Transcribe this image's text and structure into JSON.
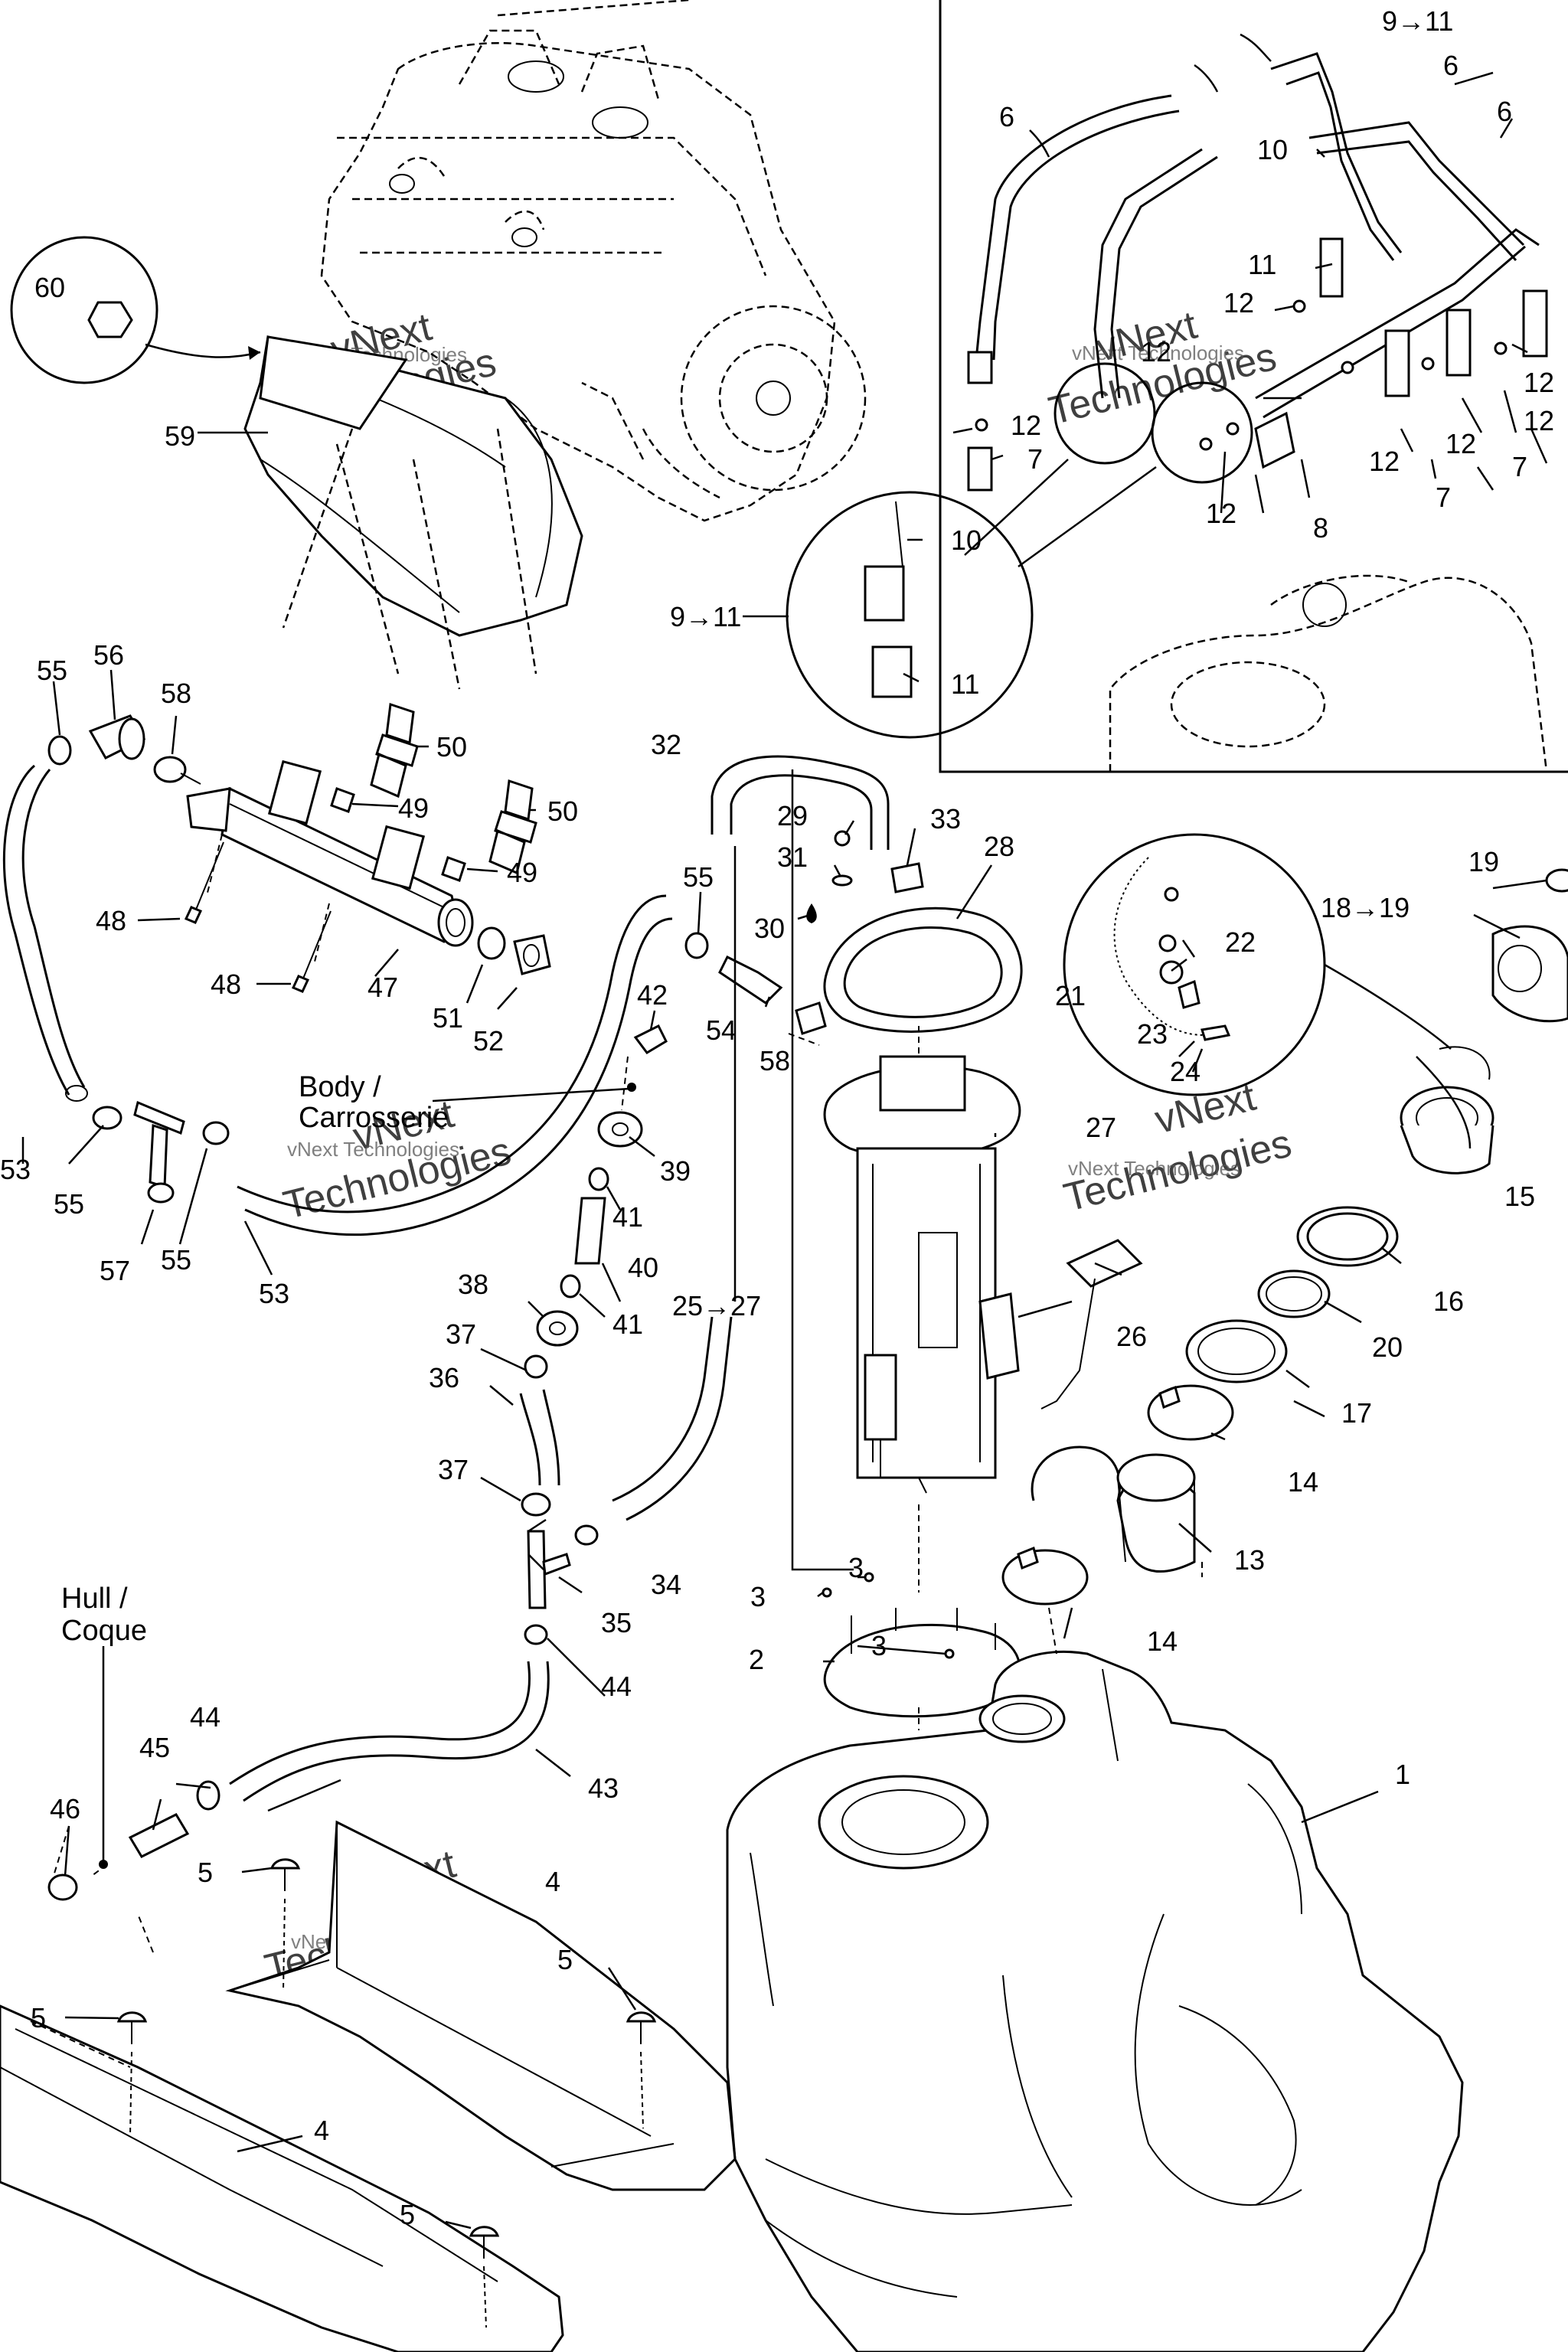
{
  "watermark": {
    "company": "vNext Technologies",
    "big_line1": "vNext",
    "big_line2": "Technologies"
  },
  "notes": {
    "body_en": "Body /",
    "body_fr": "Carrosserie",
    "hull_en": "Hull /",
    "hull_fr": "Coque"
  },
  "callouts": [
    {
      "id": "1",
      "text": "1"
    },
    {
      "id": "2",
      "text": "2"
    },
    {
      "id": "3a",
      "text": "3"
    },
    {
      "id": "3b",
      "text": "3"
    },
    {
      "id": "3c",
      "text": "3"
    },
    {
      "id": "4a",
      "text": "4"
    },
    {
      "id": "4b",
      "text": "4"
    },
    {
      "id": "5a",
      "text": "5"
    },
    {
      "id": "5b",
      "text": "5"
    },
    {
      "id": "5c",
      "text": "5"
    },
    {
      "id": "5d",
      "text": "5"
    },
    {
      "id": "6a",
      "text": "6"
    },
    {
      "id": "6b",
      "text": "6"
    },
    {
      "id": "6c",
      "text": "6"
    },
    {
      "id": "7a",
      "text": "7"
    },
    {
      "id": "7b",
      "text": "7"
    },
    {
      "id": "7c",
      "text": "7"
    },
    {
      "id": "8",
      "text": "8"
    },
    {
      "id": "9to11a",
      "text": "9→11"
    },
    {
      "id": "9to11b",
      "text": "9→11"
    },
    {
      "id": "10a",
      "text": "10"
    },
    {
      "id": "10b",
      "text": "10"
    },
    {
      "id": "11a",
      "text": "11"
    },
    {
      "id": "11b",
      "text": "11"
    },
    {
      "id": "12a",
      "text": "12"
    },
    {
      "id": "12b",
      "text": "12"
    },
    {
      "id": "12c",
      "text": "12"
    },
    {
      "id": "12d",
      "text": "12"
    },
    {
      "id": "12e",
      "text": "12"
    },
    {
      "id": "12f",
      "text": "12"
    },
    {
      "id": "12g",
      "text": "12"
    },
    {
      "id": "12h",
      "text": "12"
    },
    {
      "id": "13",
      "text": "13"
    },
    {
      "id": "14a",
      "text": "14"
    },
    {
      "id": "14b",
      "text": "14"
    },
    {
      "id": "15",
      "text": "15"
    },
    {
      "id": "16",
      "text": "16"
    },
    {
      "id": "17",
      "text": "17"
    },
    {
      "id": "18to19",
      "text": "18→19"
    },
    {
      "id": "19",
      "text": "19"
    },
    {
      "id": "20",
      "text": "20"
    },
    {
      "id": "21",
      "text": "21"
    },
    {
      "id": "22",
      "text": "22"
    },
    {
      "id": "23",
      "text": "23"
    },
    {
      "id": "24",
      "text": "24"
    },
    {
      "id": "25to27",
      "text": "25→27"
    },
    {
      "id": "26",
      "text": "26"
    },
    {
      "id": "27",
      "text": "27"
    },
    {
      "id": "28",
      "text": "28"
    },
    {
      "id": "29",
      "text": "29"
    },
    {
      "id": "30",
      "text": "30"
    },
    {
      "id": "31",
      "text": "31"
    },
    {
      "id": "32",
      "text": "32"
    },
    {
      "id": "33",
      "text": "33"
    },
    {
      "id": "34",
      "text": "34"
    },
    {
      "id": "35",
      "text": "35"
    },
    {
      "id": "36",
      "text": "36"
    },
    {
      "id": "37a",
      "text": "37"
    },
    {
      "id": "37b",
      "text": "37"
    },
    {
      "id": "38",
      "text": "38"
    },
    {
      "id": "39",
      "text": "39"
    },
    {
      "id": "40",
      "text": "40"
    },
    {
      "id": "41a",
      "text": "41"
    },
    {
      "id": "41b",
      "text": "41"
    },
    {
      "id": "42",
      "text": "42"
    },
    {
      "id": "43",
      "text": "43"
    },
    {
      "id": "44a",
      "text": "44"
    },
    {
      "id": "44b",
      "text": "44"
    },
    {
      "id": "45",
      "text": "45"
    },
    {
      "id": "46",
      "text": "46"
    },
    {
      "id": "47",
      "text": "47"
    },
    {
      "id": "48a",
      "text": "48"
    },
    {
      "id": "48b",
      "text": "48"
    },
    {
      "id": "49a",
      "text": "49"
    },
    {
      "id": "49b",
      "text": "49"
    },
    {
      "id": "50a",
      "text": "50"
    },
    {
      "id": "50b",
      "text": "50"
    },
    {
      "id": "51",
      "text": "51"
    },
    {
      "id": "52",
      "text": "52"
    },
    {
      "id": "53a",
      "text": "53"
    },
    {
      "id": "53b",
      "text": "53"
    },
    {
      "id": "54",
      "text": "54"
    },
    {
      "id": "55a",
      "text": "55"
    },
    {
      "id": "55b",
      "text": "55"
    },
    {
      "id": "55c",
      "text": "55"
    },
    {
      "id": "55d",
      "text": "55"
    },
    {
      "id": "56",
      "text": "56"
    },
    {
      "id": "57",
      "text": "57"
    },
    {
      "id": "58a",
      "text": "58"
    },
    {
      "id": "58b",
      "text": "58"
    },
    {
      "id": "59",
      "text": "59"
    },
    {
      "id": "60",
      "text": "60"
    }
  ]
}
